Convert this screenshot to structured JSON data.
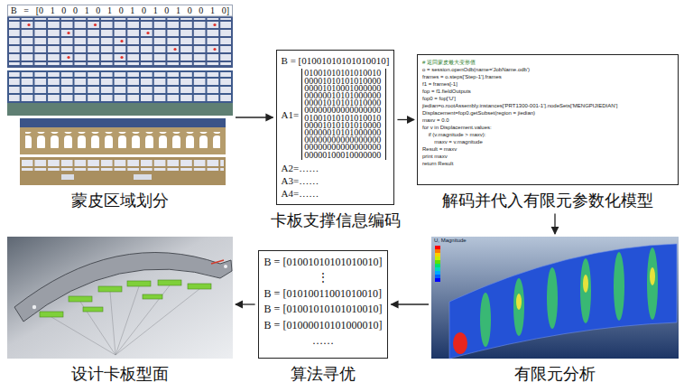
{
  "diagram": {
    "nodes": [
      {
        "text": [
          "B = [0 1 0 0 1 0 1 0 1 0 1 0 1 0 0 1 0]",
          "蒙皮区域划分"
        ]
      },
      {
        "text": [
          "B = [01001010101010010]",
          "A1=",
          "01001010101010010 00001010101010000 00001010001000000 00000010101000000 00001010101010000 00000000000000000 01001010101010010 00001010101010000 00000010101000000 00000000000000000 00000000000000000 00000100010000000",
          "A2=……",
          "A3=……",
          "A4=……",
          "卡板支撑信息编码"
        ]
      },
      {
        "text": [
          "# 返回蒙皮最大变形值",
          "o = session.openOdb(name='JobName.odb')",
          "frames = o.steps['Step-1'].frames",
          "f1 = frames[-1]",
          "fop = f1.fieldOutputs",
          "fop0 = fop['U']",
          "jiedian=o.rootAssembly.instances['PRT1300-001-1'].nodeSets['MENGPIJIEDIAN']",
          "Displacement=fop0.getSubset(region = jiedian)",
          "maxv = 0.0",
          "for v in Displacement.values:",
          "    if (v.magnitude > maxv):",
          "        maxv = v.magnitude",
          "Result = maxv",
          "print maxv",
          "return Result",
          "解码并代入有限元参数化模型"
        ]
      },
      {
        "text": [
          "设计卡板型面"
        ]
      },
      {
        "text": [
          "B = [01001010101010010]",
          "⋮",
          "B = [01010011001010010]",
          "B = [01001010101010010]",
          "B = [01000010101000010]",
          "……",
          "算法寻优"
        ]
      },
      {
        "text": [
          "U, Magnitude",
          "有限元分析"
        ]
      }
    ],
    "edges": [
      {
        "from": 0,
        "to": 1,
        "arrow": "to"
      },
      {
        "from": 1,
        "to": 2,
        "arrow": "to"
      },
      {
        "from": 2,
        "to": 5,
        "arrow": "to"
      },
      {
        "from": 5,
        "to": 4,
        "arrow": "to"
      },
      {
        "from": 4,
        "to": 3,
        "arrow": "to"
      }
    ]
  }
}
